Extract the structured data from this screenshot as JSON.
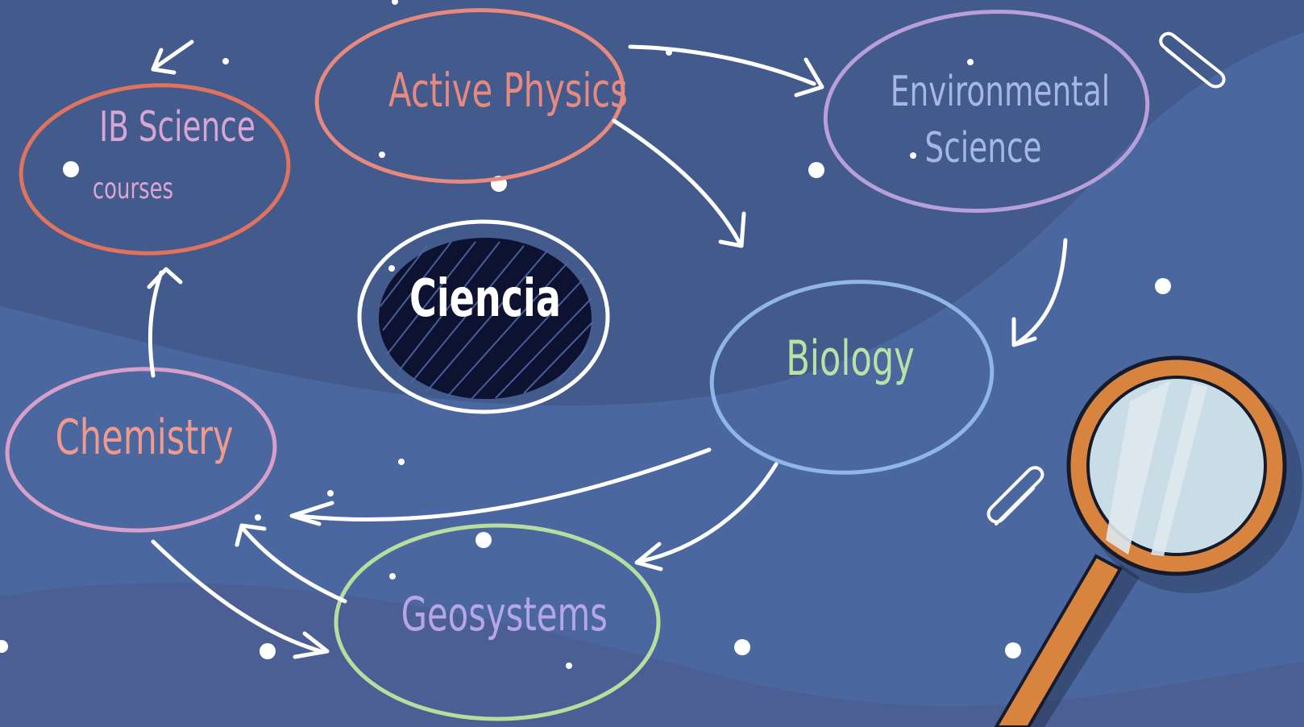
{
  "diagram": {
    "center": {
      "label": "Ciencia"
    },
    "nodes": [
      {
        "id": "active-physics",
        "label": "Active Physics",
        "color": "#e8897f"
      },
      {
        "id": "environmental-science",
        "label_lines": [
          "Environmental",
          "Science"
        ],
        "color": "#a6b7e6"
      },
      {
        "id": "ib-science",
        "label_lines": [
          "IB Science",
          "courses"
        ],
        "color": "#d9a6d3",
        "ring_color": "#e0735f"
      },
      {
        "id": "biology",
        "label": "Biology",
        "color": "#b9e3a2",
        "ring_color": "#8fb6e6"
      },
      {
        "id": "chemistry",
        "label": "Chemistry",
        "color": "#f09a8c",
        "ring_color": "#d7a0c8"
      },
      {
        "id": "geosystems",
        "label": "Geosystems",
        "color": "#b7a6e6",
        "ring_color": "#b6de9f"
      }
    ],
    "connections": [
      {
        "from": "active-physics",
        "to": "environmental-science"
      },
      {
        "from": "active-physics",
        "to": "biology"
      },
      {
        "from": "environmental-science",
        "to": "biology"
      },
      {
        "from": "biology",
        "to": "chemistry"
      },
      {
        "from": "biology",
        "to": "geosystems"
      },
      {
        "from": "geosystems",
        "to": "chemistry"
      },
      {
        "from": "chemistry",
        "to": "geosystems"
      },
      {
        "from": "chemistry",
        "to": "ib-science"
      }
    ]
  },
  "decorations": {
    "paperclip": "paperclip-icon",
    "magnifier": "magnifying-glass-icon",
    "magnifier_frame_color": "#d8843f",
    "magnifier_lens_color": "#c9dde6"
  },
  "colors": {
    "background": "#435a8c",
    "wave": "#4a6aa0",
    "arrow": "#ffffff",
    "ring_center_fill": "#0d1230"
  }
}
